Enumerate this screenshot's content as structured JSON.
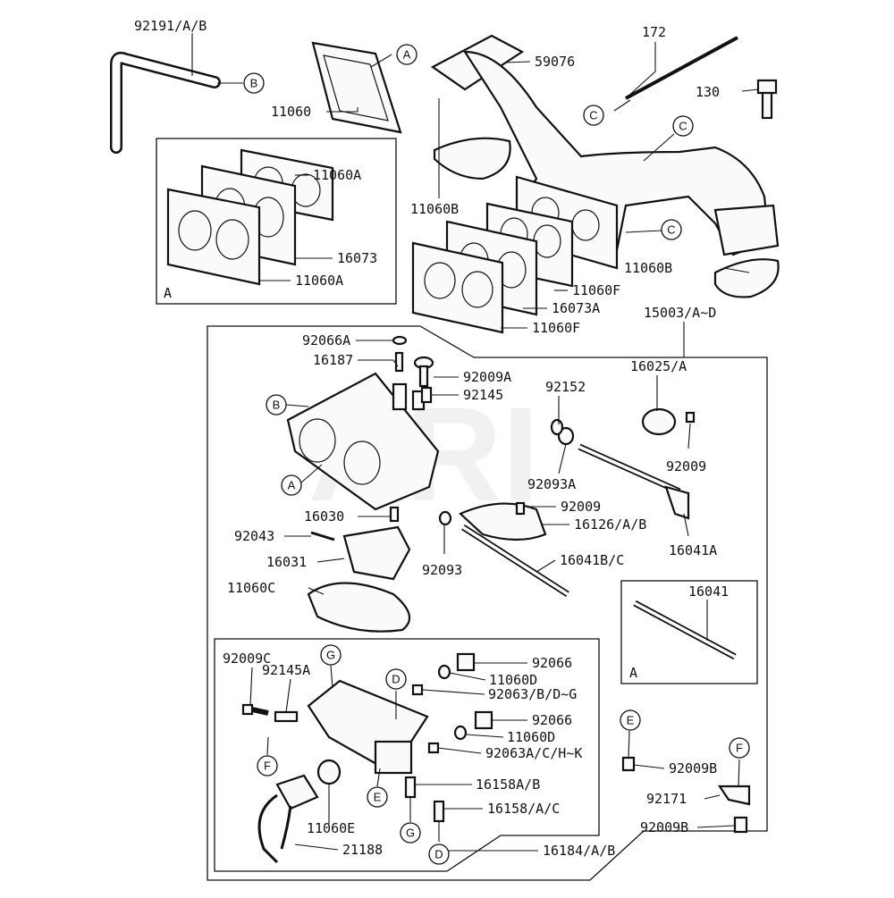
{
  "watermark": "ARI",
  "labels": {
    "p92191": "92191/A/B",
    "p11060": "11060",
    "p11060A_1": "11060A",
    "p16073": "16073",
    "p11060A_2": "11060A",
    "p59076": "59076",
    "p11060B_1": "11060B",
    "p172": "172",
    "p130": "130",
    "p11060B_2": "11060B",
    "p11060F_1": "11060F",
    "p16073A": "16073A",
    "p11060F_2": "11060F",
    "p15003": "15003/A~D",
    "p92066A": "92066A",
    "p16187": "16187",
    "p92009A": "92009A",
    "p92145": "92145",
    "p92152": "92152",
    "p16025": "16025/A",
    "p92009_1": "92009",
    "p92093A": "92093A",
    "p16030": "16030",
    "p92009_2": "92009",
    "p16126": "16126/A/B",
    "p92043": "92043",
    "p16041A": "16041A",
    "p16031": "16031",
    "p92093": "92093",
    "p16041BC": "16041B/C",
    "p11060C": "11060C",
    "p16041": "16041",
    "p92009C": "92009C",
    "p92145A": "92145A",
    "p92066_1": "92066",
    "p11060D_1": "11060D",
    "p92063BDG": "92063/B/D~G",
    "p92066_2": "92066",
    "p11060D_2": "11060D",
    "p92063ACHK": "92063A/C/H~K",
    "p92009B_1": "92009B",
    "p16158AB": "16158A/B",
    "p92171": "92171",
    "p16158AC": "16158/A/C",
    "p92009B_2": "92009B",
    "p11060E": "11060E",
    "p21188": "21188",
    "p16184": "16184/A/B"
  },
  "callouts": {
    "A": "A",
    "B": "B",
    "C": "C",
    "D": "D",
    "E": "E",
    "F": "F",
    "G": "G"
  },
  "box_labels": {
    "gasket_box": "A",
    "shaft_box": "A"
  }
}
